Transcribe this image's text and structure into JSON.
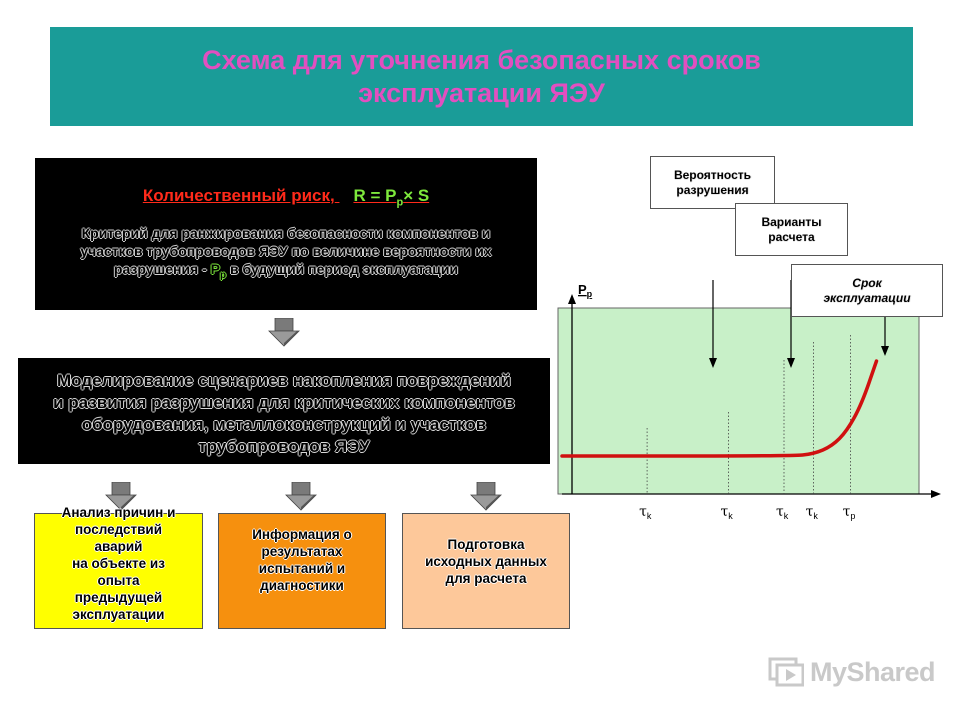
{
  "header": {
    "line1": "Схема для уточнения безопасных сроков",
    "line2": "эксплуатации ЯЭУ"
  },
  "risk_box": {
    "title": "Количественный риск,",
    "formula_left": "R = P",
    "formula_sub": "p",
    "formula_right": "× S",
    "desc_line1": "Критерий для ранжирования безопасности компонентов и",
    "desc_line2": "участков трубопроводов ЯЭУ по величине вероятности их",
    "desc_line3_a": "разрушения - ",
    "desc_line3_pp": "P",
    "desc_line3_pp_sub": "p",
    "desc_line3_b": " в будущий период эксплуатации"
  },
  "model_box": {
    "line1": "Моделирование сценариев накопления повреждений",
    "line2": "и развития разрушения для критических компонентов",
    "line3": "оборудования, металлоконструкций и участков",
    "line4": "трубопроводов ЯЭУ"
  },
  "bottom_boxes": {
    "analysis": [
      "Анализ причин и",
      "последствий",
      "аварий",
      "на объекте из",
      "опыта",
      "предыдущей",
      "эксплуатации"
    ],
    "info": [
      "Информация о",
      "результатах",
      "испытаний и",
      "диагностики"
    ],
    "prep": [
      "Подготовка",
      "исходных данных",
      "для расчета"
    ]
  },
  "chart_labels": {
    "probability": [
      "Вероятность",
      "разрушения"
    ],
    "variants": [
      "Варианты",
      "расчета"
    ],
    "term": [
      "Срок",
      "эксплуатации"
    ]
  },
  "chart_axis": {
    "y_label": "P",
    "y_label_sub": "p",
    "tau": "τ",
    "tick_subs": [
      "k",
      "k",
      "k",
      "k",
      "p"
    ]
  },
  "chart_data": {
    "type": "line",
    "x_ticks": [
      0.23,
      0.45,
      0.6,
      0.68,
      0.78
    ],
    "curve_x": [
      0.0,
      0.62,
      0.68,
      0.73,
      0.77,
      0.81,
      0.85
    ],
    "curve_y": [
      0.0,
      0.0,
      0.02,
      0.1,
      0.25,
      0.52,
      0.95
    ]
  },
  "colors": {
    "header_bg": "#1a9c98",
    "header_text": "#e24fc0",
    "chart_bg": "#c8f0c8",
    "curve": "#d01010",
    "risk_title": "#ff2a1a",
    "formula": "#7ee83c"
  },
  "logo": {
    "text": "MyShared"
  }
}
